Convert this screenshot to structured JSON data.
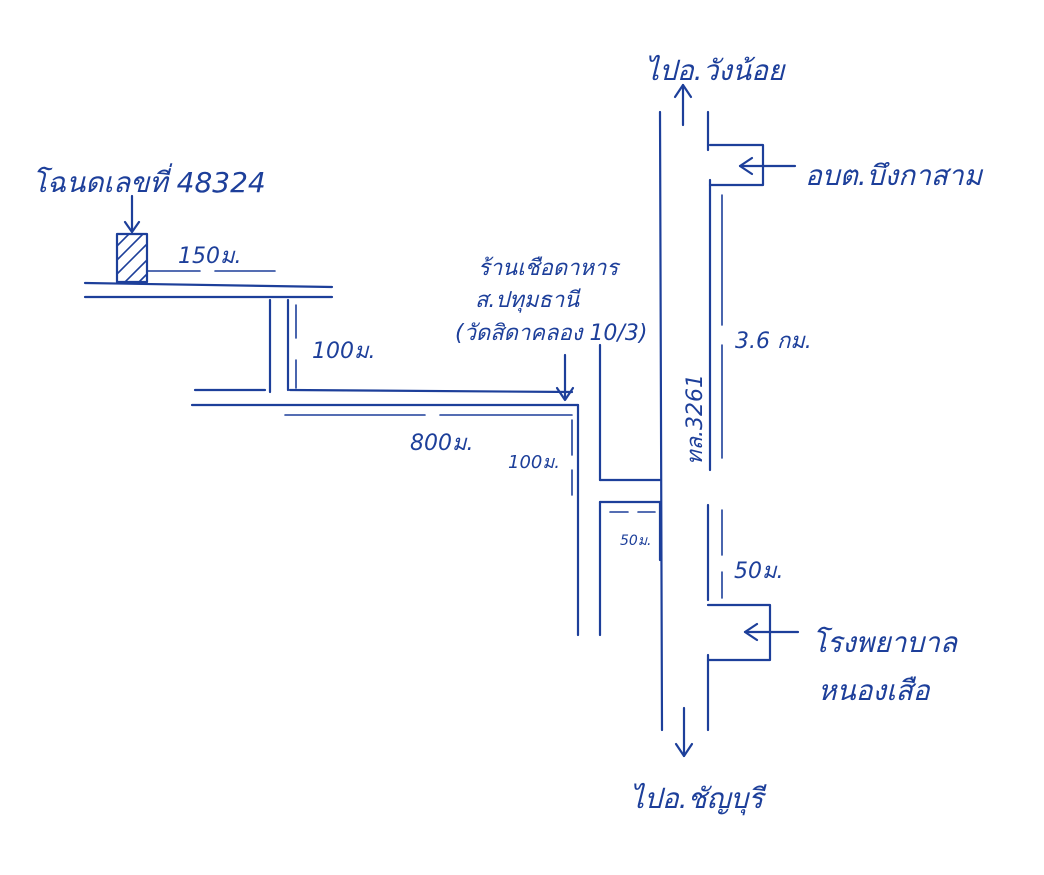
{
  "labels": {
    "to_top": "ไปอ.วังน้อย",
    "to_bottom": "ไปอ.ชัญบุรี",
    "deed": "โฉนดเลขที่ 48324",
    "obt": "อบต.บึงกาสาม",
    "hospital_line1": "โรงพยาบาล",
    "hospital_line2": "หนองเสือ",
    "food_shop_line1": "ร้านเชือดาหาร",
    "food_shop_line2": "ส.ปทุมธานี",
    "food_shop_line3": "(วัดสิดาคลอง 10/3)",
    "highway": "ทล.3261"
  },
  "distances": {
    "d_150": "150ม.",
    "d_100_a": "100ม.",
    "d_800": "800ม.",
    "d_100_b": "100ม.",
    "d_50_a": "50ม.",
    "d_36km": "3.6 กม.",
    "d_50_b": "50ม."
  },
  "colors": {
    "ink": "#1d3f9a",
    "paper": "#ffffff"
  }
}
